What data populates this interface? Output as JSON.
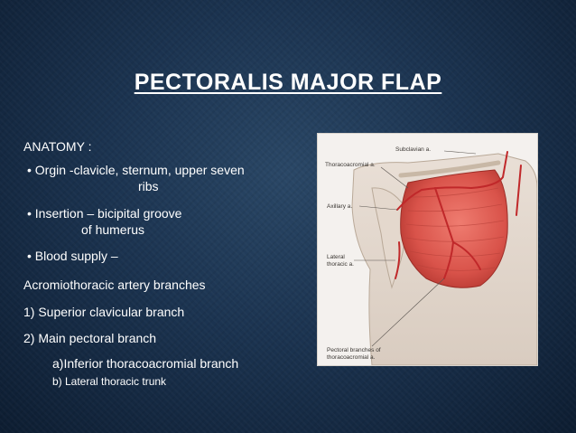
{
  "slide": {
    "title": "PECTORALIS MAJOR FLAP",
    "anatomy_heading": "ANATOMY :",
    "bullet_origin_a": "•  Orgin -clavicle, sternum,    upper seven",
    "bullet_origin_b": "ribs",
    "bullet_insertion_a": "•  Insertion – bicipital groove",
    "bullet_insertion_b": "of humerus",
    "bullet_blood": "•  Blood supply –",
    "acromio": "Acromiothoracic artery branches",
    "item_1": "1) Superior clavicular branch",
    "item_2": "2) Main pectoral branch",
    "item_2a": "a)Inferior thoracoacromial branch",
    "item_2b": "b) Lateral thoracic trunk"
  },
  "figure_labels": {
    "subclavian": "Subclavian a.",
    "thoracoacromial": "Thoracoacromial a.",
    "axillary": "Axillary a.",
    "lateral_1": "Lateral",
    "lateral_2": "thoracic a.",
    "pectoral_1": "Pectoral branches of",
    "pectoral_2": "thoracoacromial a."
  },
  "colors": {
    "text": "#ffffff",
    "muscle": "#d9534a",
    "artery": "#c0282a"
  }
}
